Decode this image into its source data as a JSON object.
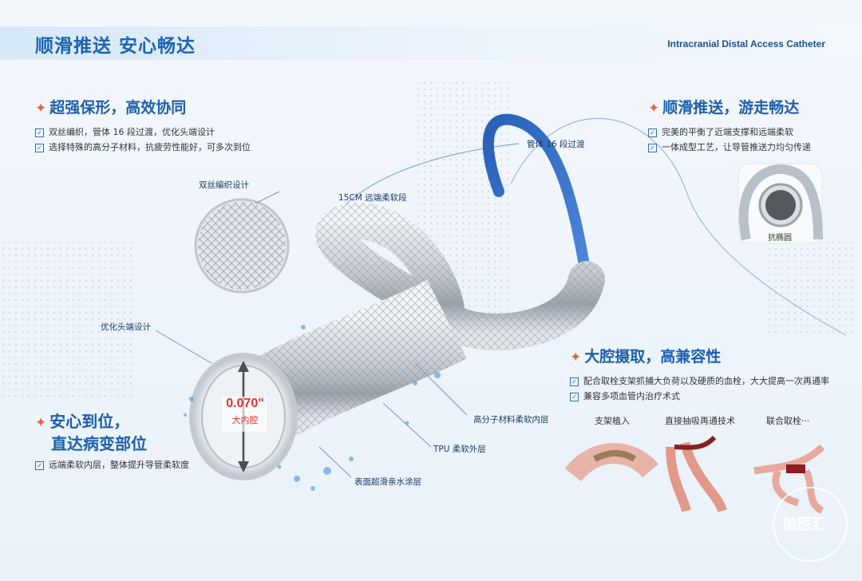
{
  "header": {
    "title": "顺滑推送  安心畅达",
    "subtitle": "Intracranial Distal Access Catheter"
  },
  "section_top_left": {
    "title": "超强保形，高效协同",
    "bullets": [
      "双丝编织，管体 16 段过渡，优化头端设计",
      "选择特殊的高分子材料，抗疲劳性能好，可多次到位"
    ]
  },
  "section_top_right": {
    "title": "顺滑推送，游走畅达",
    "bullets": [
      "完美的平衡了近端支撑和远端柔软",
      "一体成型工艺，让导管推送力均匀传递"
    ],
    "inset_label": "抗椭圆"
  },
  "section_bottom_left": {
    "title_line1": "安心到位，",
    "title_line2": "直达病变部位",
    "bullets": [
      "远端柔软内层，整体提升导管柔软度"
    ]
  },
  "section_bottom_right": {
    "title": "大腔摄取，高兼容性",
    "bullets": [
      "配合取栓支架抓捕大负荷以及硬质的血栓，大大提高一次再通率",
      "兼容多项血管内治疗术式"
    ],
    "techniques": [
      "支架植入",
      "直接抽吸再通技术",
      "联合取栓···"
    ]
  },
  "callouts": {
    "braid": "双丝编织设计",
    "segments": "管体 16 段过渡",
    "soft_segment": "15CM 远端柔软段",
    "tip": "优化头端设计",
    "inner_layer": "高分子材料柔软内层",
    "outer_layer": "TPU 柔软外层",
    "coating": "表面超滑亲水涂层"
  },
  "lumen": {
    "size": "0.070\"",
    "label": "大内腔"
  },
  "watermark": "脑医汇",
  "colors": {
    "brand_blue": "#1b5fae",
    "accent_orange": "#e06a3d",
    "catheter_blue": "#2f6fd0",
    "lumen_red": "#e8302a"
  }
}
